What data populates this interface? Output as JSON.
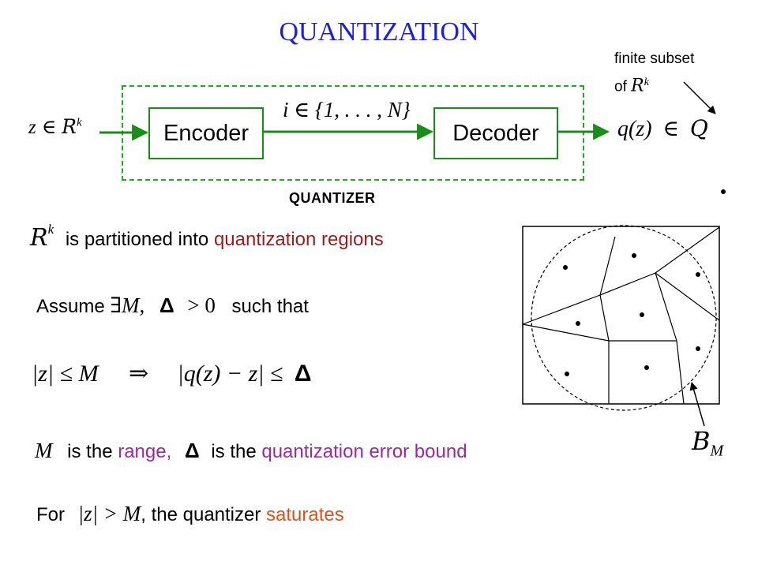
{
  "title": "QUANTIZATION",
  "annotation": {
    "line1": "finite subset",
    "line2_prefix": "of",
    "space": "R",
    "exp": "k"
  },
  "input": {
    "var": "z",
    "in": "∈",
    "space": "R",
    "exp": "k"
  },
  "encoder": {
    "label": "Encoder"
  },
  "decoder": {
    "label": "Decoder"
  },
  "index": {
    "text": "i ∈ {1, . . . , N}"
  },
  "output": {
    "func": "q(z)",
    "in": "∈",
    "set": "Q"
  },
  "quantizer_label": "QUANTIZER",
  "partition": {
    "space": "R",
    "exp": "k",
    "prefix": "is partitioned into",
    "highlight": "quantization  regions"
  },
  "assume": {
    "word": "Assume",
    "expr": "∃M, ",
    "delta": "Δ",
    "gt": "> 0",
    "suffix": "such that"
  },
  "condition": {
    "lhs": "|z| ≤ M",
    "implies": "⇒",
    "rhs": "|q(z) − z| ≤",
    "delta": "Δ"
  },
  "range_line": {
    "var": "M",
    "is_the": "is the",
    "range": "range,",
    "delta": "Δ",
    "is_the2": "is the",
    "error": "quantization  error bound"
  },
  "saturation": {
    "prefix": "For",
    "expr": "|z| > M",
    "middle": ", the quantizer",
    "highlight": "saturates"
  },
  "ball_label": {
    "sym": "B",
    "sub": "M"
  },
  "colors": {
    "title": "#1f1fd6",
    "green": "#1a8c1a",
    "red": "#9b1c1c",
    "purple": "#9a2aa0",
    "orange": "#d9531e"
  }
}
